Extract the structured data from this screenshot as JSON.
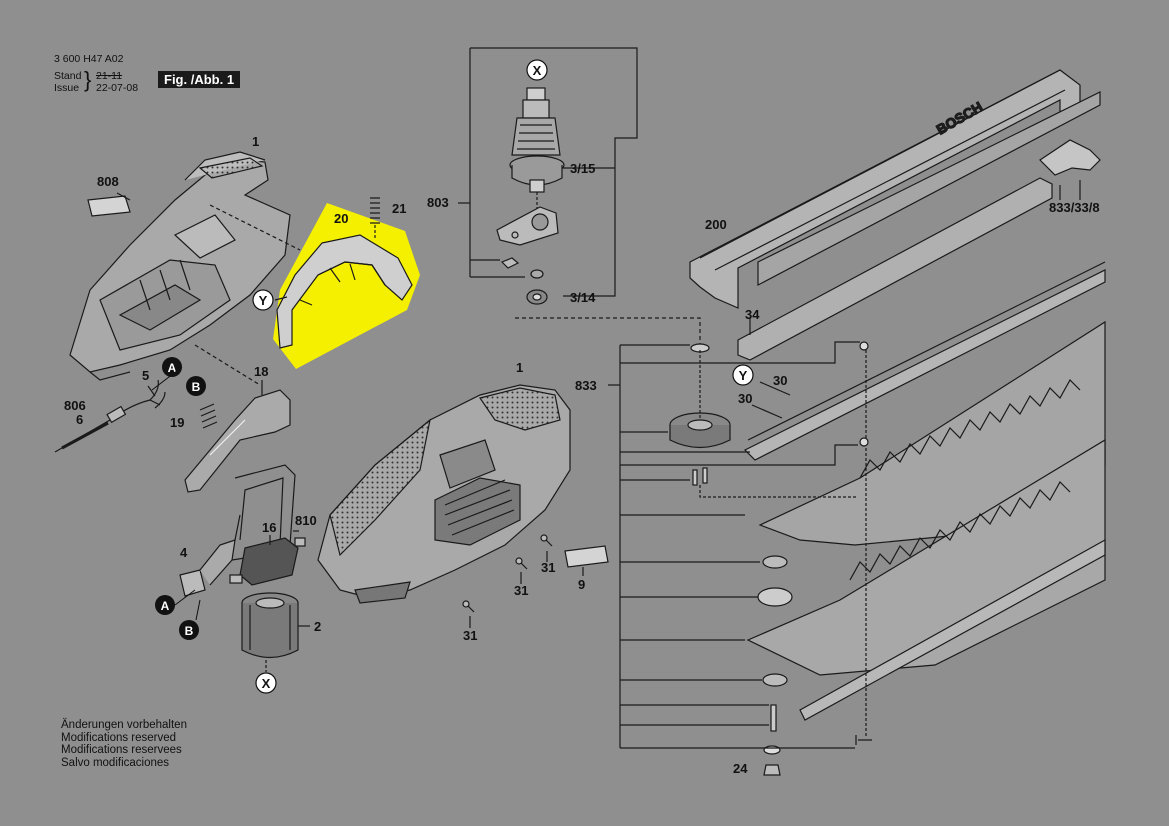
{
  "header": {
    "doc_number": "3 600 H47 A02",
    "stand_label": "Stand",
    "issue_label": "Issue",
    "stand_value_struck": "21-11",
    "issue_value": "22-07-08",
    "figure_label": "Fig. /Abb. 1"
  },
  "part_labels": {
    "p1a": "1",
    "p808a": "808",
    "p20": "20",
    "p21": "21",
    "p803": "803",
    "p315": "3/15",
    "p314": "3/14",
    "p200": "200",
    "p8333": "833/33/8",
    "p34": "34",
    "p833": "833",
    "p30a": "30",
    "p30b": "30",
    "p1b": "1",
    "p5": "5",
    "p806": "806",
    "p6": "6",
    "p18": "18",
    "p19": "19",
    "p16": "16",
    "p810": "810",
    "p4": "4",
    "p2": "2",
    "p31a": "31",
    "p31b": "31",
    "p31c": "31",
    "p9": "9",
    "p24": "24"
  },
  "callouts": {
    "x_top": "X",
    "x_bottom": "X",
    "y_left": "Y",
    "y_right": "Y",
    "a_upper": "A",
    "b_upper": "B",
    "a_lower": "A",
    "b_lower": "B"
  },
  "brand_mark": "BOSCH",
  "footer": {
    "line1": "Änderungen vorbehalten",
    "line2": "Modifications reserved",
    "line3": "Modifications reservees",
    "line4": "Salvo modificaciones"
  },
  "colors": {
    "background": "#8f8f8f",
    "highlight": "#f5f000",
    "line": "#1a1a1a",
    "part_fill": "#b8b8b8"
  }
}
